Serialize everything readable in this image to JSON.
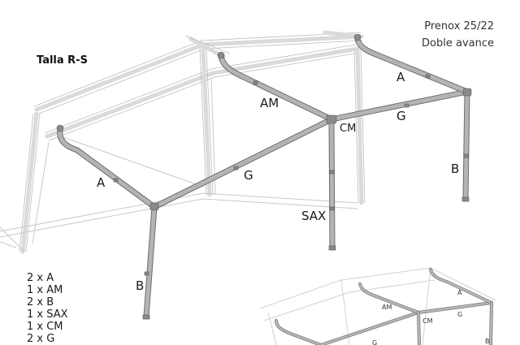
{
  "header": {
    "model": "Prenox 25/22",
    "subtitle": "Doble avance"
  },
  "size_label": "Talla R-S",
  "part_labels": {
    "a_left": "A",
    "a_right": "A",
    "am": "AM",
    "g_front": "G",
    "g_right": "G",
    "cm": "CM",
    "b_right": "B",
    "b_front": "B",
    "sax": "SAX"
  },
  "parts_list": [
    "2 x A",
    "1 x AM",
    "2 x B",
    "1 x SAX",
    "1 x CM",
    "2 x G"
  ],
  "inset_labels": {
    "a": "A",
    "am": "AM",
    "g": "G",
    "cm": "CM",
    "b": "B",
    "g2": "G"
  },
  "colors": {
    "tube": "#b4b4b4",
    "tube_edge": "#6e6e6e",
    "ghost": "#c9c9c9",
    "text": "#1a1a1a"
  }
}
